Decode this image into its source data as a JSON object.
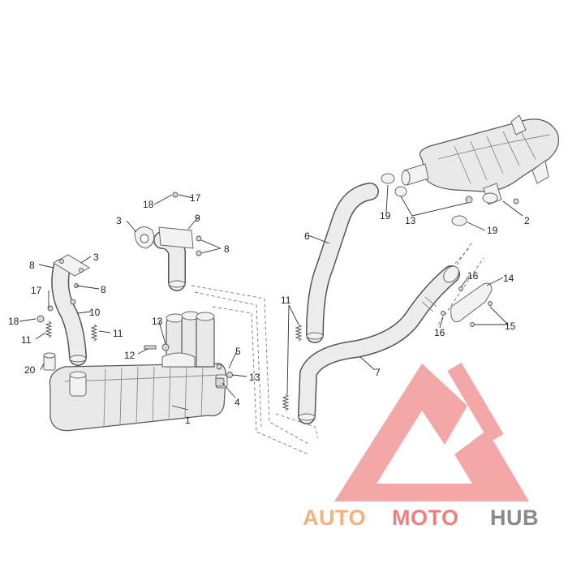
{
  "callouts": {
    "c1": "1",
    "c2": "2",
    "c3a": "3",
    "c3b": "3",
    "c4": "4",
    "c5": "5",
    "c6": "6",
    "c7": "7",
    "c8a": "8",
    "c8b": "8",
    "c8c": "8",
    "c9": "9",
    "c10": "10",
    "c11a": "11",
    "c11b": "11",
    "c11c": "11",
    "c12": "12",
    "c13a": "13",
    "c13b": "13",
    "c13c": "13",
    "c14": "14",
    "c15": "15",
    "c16a": "16",
    "c16b": "16",
    "c17a": "17",
    "c17b": "17",
    "c18a": "18",
    "c18b": "18",
    "c19a": "19",
    "c19b": "19",
    "c20": "20"
  },
  "watermark": {
    "word_a": "AUTO",
    "word_b": "MOTO",
    "word_c": "HUB",
    "color_a": "#f7b27a",
    "color_b": "#ef7f7f",
    "color_c": "#8a8a8a"
  }
}
